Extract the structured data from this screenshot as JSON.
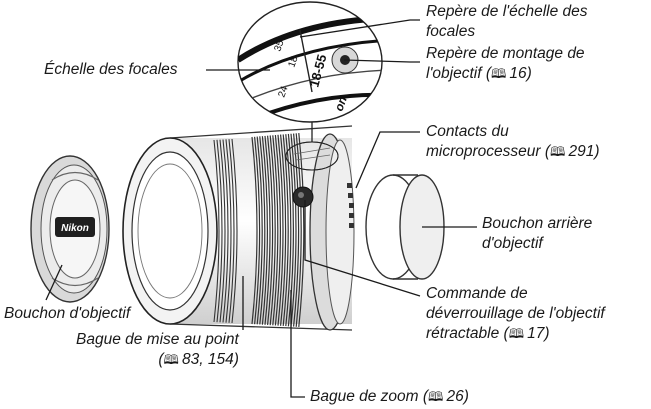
{
  "labels": {
    "focal_mark": {
      "line1": "Repère de l'échelle des",
      "line2": "focales"
    },
    "mount_mark": {
      "line1": "Repère de montage de",
      "line2_text": "l'objectif (",
      "line2_page": "16",
      "line2_close": ")"
    },
    "focal_scale": "Échelle des focales",
    "cpu_contacts": {
      "line1": "Contacts du",
      "line2_text": "microprocesseur (",
      "line2_page": "291",
      "line2_close": ")"
    },
    "rear_cap": {
      "line1": "Bouchon arrière",
      "line2": "d'objectif"
    },
    "lens_cap": "Bouchon d'objectif",
    "release_button": {
      "line1": "Commande de",
      "line2": "déverrouillage de l'objectif",
      "line3_text": "rétractable (",
      "line3_page": "17",
      "line3_close": ")"
    },
    "focus_ring": {
      "line1": "Bague de mise au point",
      "line2_open": "(",
      "line2_page": "83, 154",
      "line2_close": ")"
    },
    "zoom_ring": {
      "text": "Bague de zoom (",
      "page": "26",
      "close": ")"
    }
  },
  "lens_cap_logo": "Nikon",
  "lens_scale_text": {
    "model": "18-55",
    "f24": "24",
    "f18": "18",
    "f35": "35",
    "brand": "on"
  },
  "colors": {
    "line": "#1a1a1a",
    "ring": "#444444",
    "dark": "#222222",
    "text": "#1a1a1a"
  },
  "book_icon": "book-icon"
}
